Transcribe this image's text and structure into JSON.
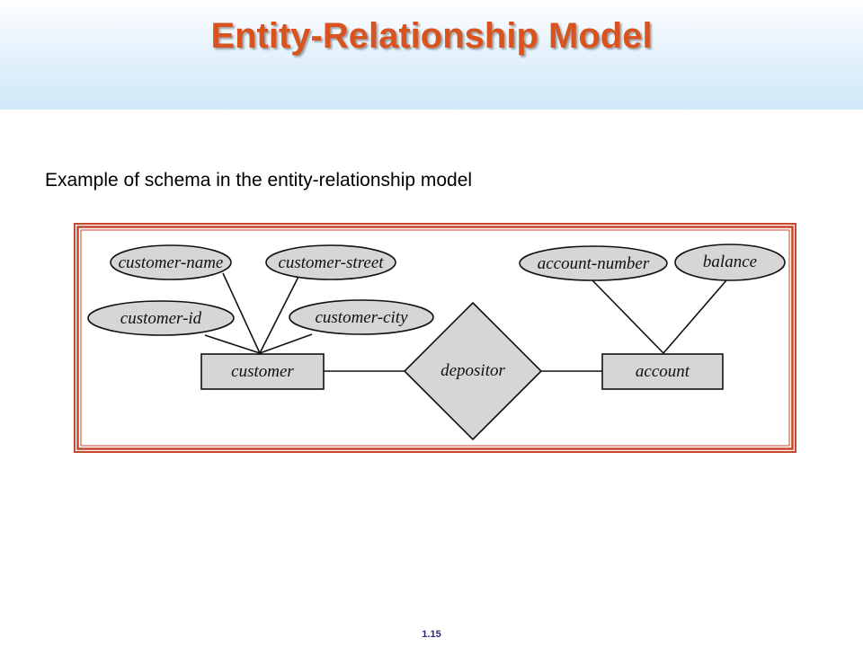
{
  "slide": {
    "title": "Entity-Relationship Model",
    "subtitle": "Example of schema in the entity-relationship model",
    "page_number": "1.15",
    "title_color": "#d9531e",
    "frame_color": "#c8462a"
  },
  "diagram": {
    "entities": [
      "customer",
      "account"
    ],
    "relationship": "depositor",
    "attributes": {
      "customer_name": "customer-name",
      "customer_street": "customer-street",
      "customer_id": "customer-id",
      "customer_city": "customer-city",
      "account_number": "account-number",
      "balance": "balance"
    }
  }
}
